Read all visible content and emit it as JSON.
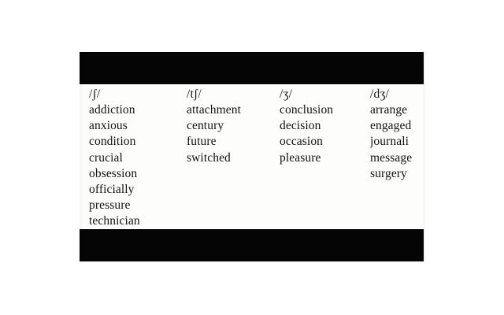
{
  "page": {
    "background_color": "#ffffff",
    "scan_background_color": "#fdfdfb",
    "mask_color": "#050505",
    "text_color": "#121212"
  },
  "columns": [
    {
      "ipa": "/ʃ/",
      "words": [
        "addiction",
        "anxious",
        "condition",
        "crucial",
        "obsession",
        "officially",
        "pressure",
        "technician"
      ]
    },
    {
      "ipa": "/tʃ/",
      "words": [
        "attachment",
        "century",
        "future",
        "switched"
      ]
    },
    {
      "ipa": "/ʒ/",
      "words": [
        "conclusion",
        "decision",
        "occasion",
        "pleasure"
      ]
    },
    {
      "ipa": "/dʒ/",
      "words": [
        "arrange",
        "engaged",
        "journali",
        "message",
        "surgery"
      ]
    }
  ]
}
